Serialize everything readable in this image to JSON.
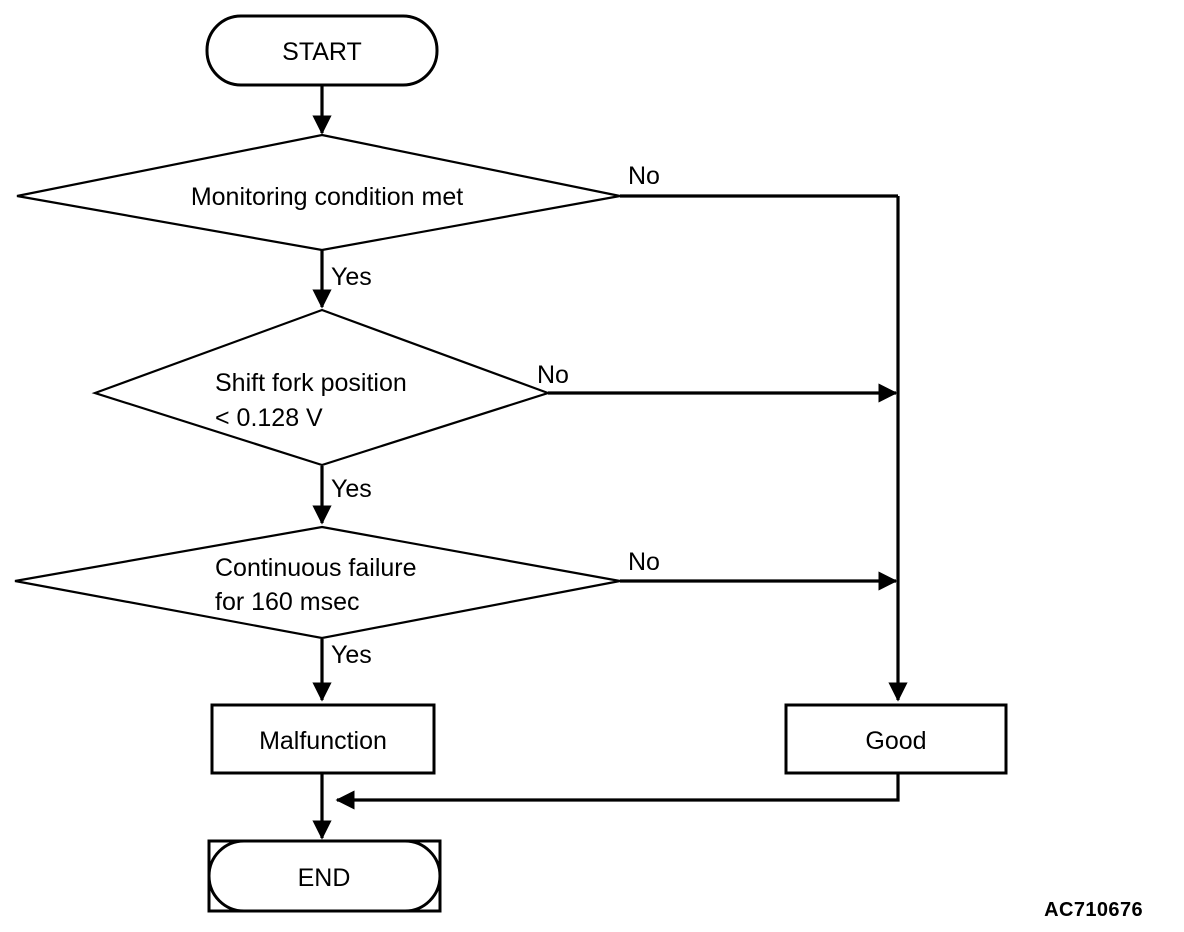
{
  "diagram": {
    "type": "flowchart",
    "title_code": "AC710676",
    "nodes": [
      {
        "id": "start",
        "shape": "terminator",
        "label": "START"
      },
      {
        "id": "cond1",
        "shape": "decision",
        "label": "Monitoring condition met"
      },
      {
        "id": "cond2",
        "shape": "decision",
        "label_line1": "Shift fork position",
        "label_line2": "< 0.128 V"
      },
      {
        "id": "cond3",
        "shape": "decision",
        "label_line1": "Continuous failure",
        "label_line2": "for 160 msec"
      },
      {
        "id": "malfunction",
        "shape": "process",
        "label": "Malfunction"
      },
      {
        "id": "good",
        "shape": "process",
        "label": "Good"
      },
      {
        "id": "end",
        "shape": "terminator",
        "label": "END"
      }
    ],
    "edge_labels": {
      "cond1_no": "No",
      "cond1_yes": "Yes",
      "cond2_no": "No",
      "cond2_yes": "Yes",
      "cond3_no": "No",
      "cond3_yes": "Yes"
    },
    "colors": {
      "stroke": "#000000",
      "fill": "#ffffff",
      "text": "#000000"
    }
  }
}
